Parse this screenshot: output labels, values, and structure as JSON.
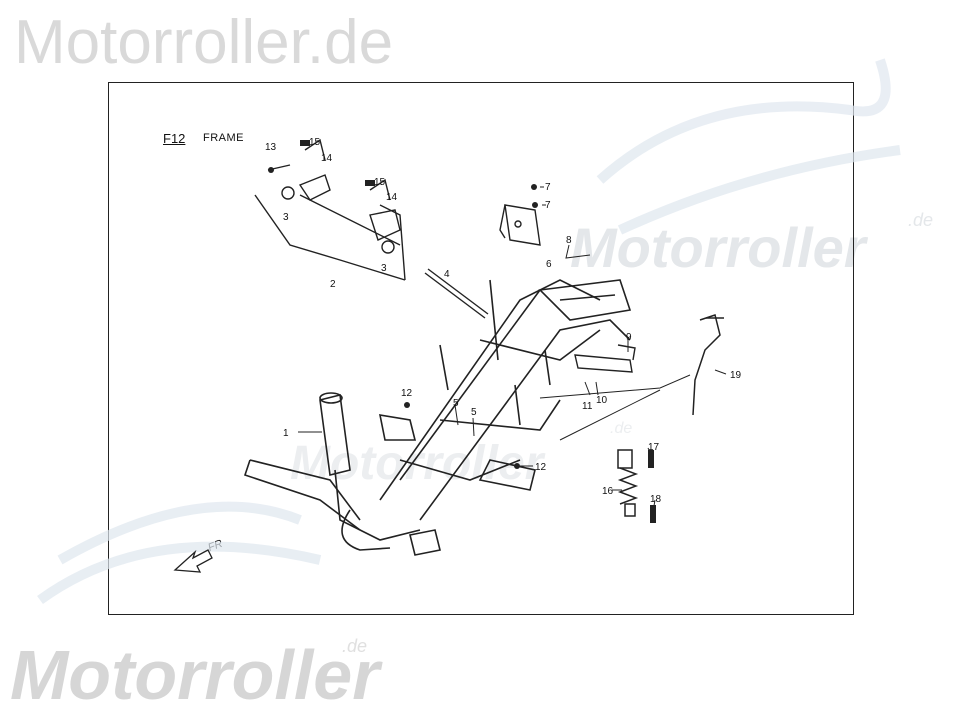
{
  "watermark": {
    "top": "Motorroller.de",
    "bottom": "Motorroller",
    "bottom_suffix": ".de",
    "right": "Motorroller",
    "right_suffix": ".de",
    "middle": "Motorroller",
    "middle_suffix": ".de"
  },
  "diagram": {
    "code": "F12",
    "title": "FRAME",
    "direction": "FR",
    "callouts": [
      "1",
      "2",
      "3",
      "3",
      "4",
      "5",
      "5",
      "6",
      "7",
      "7",
      "8",
      "9",
      "10",
      "11",
      "12",
      "12",
      "13",
      "14",
      "14",
      "15",
      "15",
      "16",
      "17",
      "18",
      "19"
    ]
  }
}
